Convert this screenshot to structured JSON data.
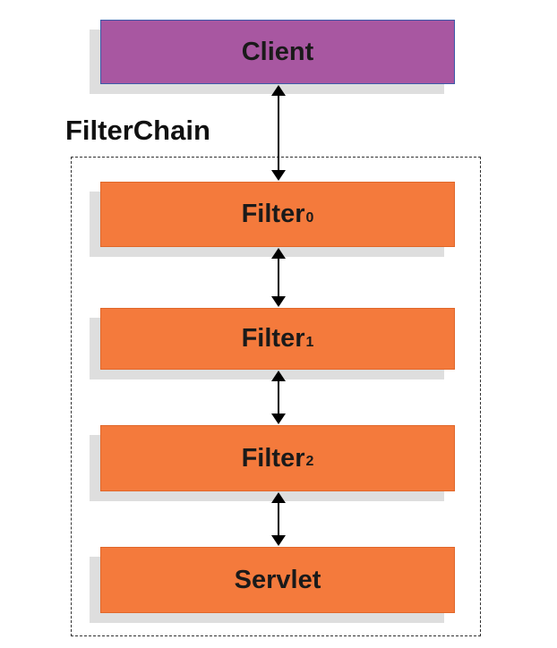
{
  "diagram": {
    "client": {
      "label": "Client"
    },
    "filter_chain": {
      "label": "FilterChain"
    },
    "filters": [
      {
        "name": "Filter",
        "subscript": "0"
      },
      {
        "name": "Filter",
        "subscript": "1"
      },
      {
        "name": "Filter",
        "subscript": "2"
      }
    ],
    "servlet": {
      "label": "Servlet"
    },
    "connectors": [
      "bidirectional",
      "bidirectional",
      "bidirectional",
      "bidirectional"
    ]
  },
  "colors": {
    "client_fill": "#a857a1",
    "filter_fill": "#f47a3c",
    "shadow": "#dedede",
    "arrow": "#000000"
  }
}
